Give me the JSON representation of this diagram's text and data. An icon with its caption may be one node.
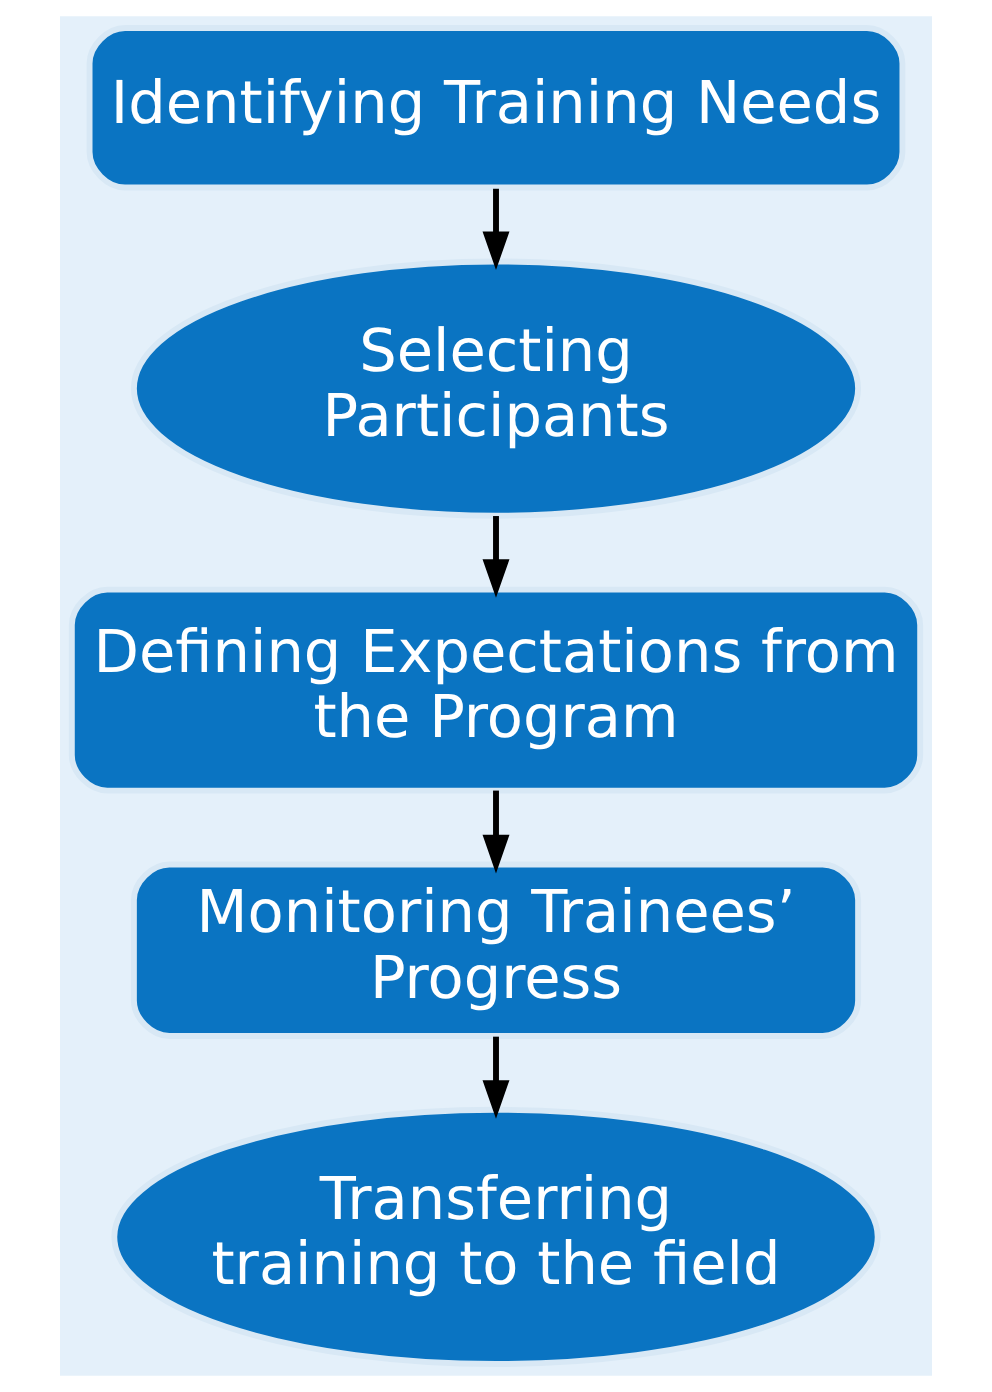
{
  "diagram": {
    "nodes": [
      {
        "text": [
          "Identifying Training Needs"
        ]
      },
      {
        "text": [
          "Selecting Participants"
        ]
      },
      {
        "text": [
          "Defining Expectations from the Program"
        ]
      },
      {
        "text": [
          "Monitoring Trainees’ Progress"
        ]
      },
      {
        "text": [
          "Transferring training to the field"
        ]
      }
    ],
    "edges": [
      {
        "from": 0,
        "to": 1,
        "arrow": "to"
      },
      {
        "from": 1,
        "to": 2,
        "arrow": "to"
      },
      {
        "from": 2,
        "to": 3,
        "arrow": "to"
      },
      {
        "from": 3,
        "to": 4,
        "arrow": "to"
      }
    ]
  }
}
